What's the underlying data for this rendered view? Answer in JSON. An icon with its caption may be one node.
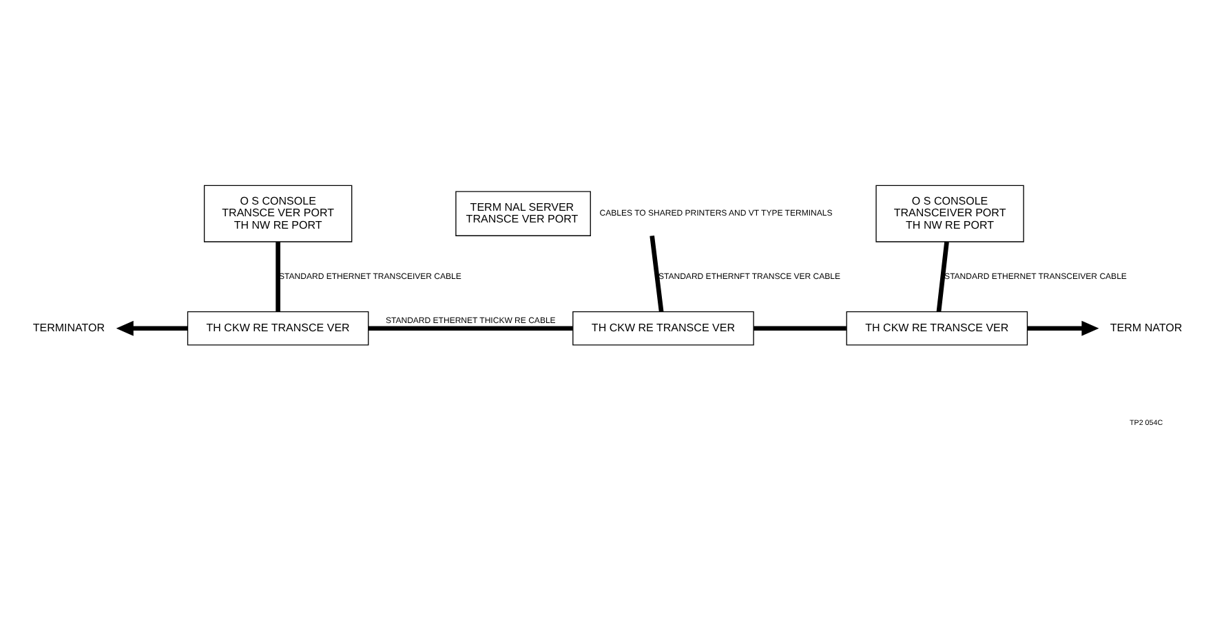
{
  "diagram": {
    "nodes": [
      {
        "text": [
          "TERM NAL SERVER",
          "TRANSCE VER PORT"
        ],
        "beside": [
          "CABLES TO SHARED PRINTERS AND VT TYPE TERMINALS"
        ]
      },
      {
        "text": [
          "O S CONSOLE",
          "TRANSCE VER PORT",
          "TH NW RE PORT"
        ]
      },
      {
        "text": [
          "O S CONSOLE",
          "TRANSCEIVER PORT",
          "TH NW RE PORT"
        ]
      },
      {
        "text": [
          "TERMINATOR"
        ]
      },
      {
        "text": [
          "TH CKW RE TRANSCE VER"
        ]
      },
      {
        "text": [
          "TH CKW RE TRANSCE VER"
        ]
      },
      {
        "text": [
          "TH CKW RE TRANSCE VER"
        ]
      },
      {
        "text": [
          "TERM NATOR"
        ]
      }
    ],
    "edges": [
      {
        "from": 0,
        "to": 5,
        "arrow": "none",
        "label": "STANDARD ETHERNFT TRANSCE VER CABLE"
      },
      {
        "from": 1,
        "to": 4,
        "arrow": "none",
        "label": "STANDARD ETHERNET TRANSCEIVER CABLE"
      },
      {
        "from": 2,
        "to": 6,
        "arrow": "none",
        "label": "STANDARD ETHERNET TRANSCEIVER CABLE"
      },
      {
        "from": 4,
        "to": 3,
        "arrow": "to"
      },
      {
        "from": 4,
        "to": 5,
        "arrow": "none",
        "label": "STANDARD ETHERNET THICKW RE CABLE"
      },
      {
        "from": 5,
        "to": 6,
        "arrow": "none"
      },
      {
        "from": 6,
        "to": 7,
        "arrow": "to"
      }
    ],
    "labels": [
      "TP2 054C"
    ]
  }
}
